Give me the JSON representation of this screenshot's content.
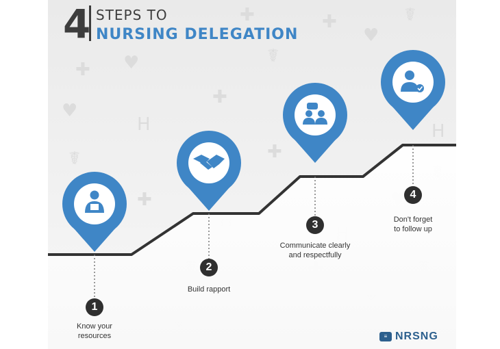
{
  "title": {
    "number": "4",
    "line1": "STEPS TO",
    "line2": "NURSING DELEGATION"
  },
  "steps": [
    {
      "number": "1",
      "label": "Know your\nresources",
      "icon": "nurse-with-clipboard-icon"
    },
    {
      "number": "2",
      "label": "Build rapport",
      "icon": "handshake-icon"
    },
    {
      "number": "3",
      "label": "Communicate clearly\nand respectfully",
      "icon": "two-people-talking-icon"
    },
    {
      "number": "4",
      "label": "Don't forget\nto follow up",
      "icon": "person-with-check-icon"
    }
  ],
  "logo": {
    "text": "NRSNG",
    "badge": "≡"
  },
  "colors": {
    "accent": "#3f86c6",
    "pin": "#3f86c6",
    "dark": "#2f2f2f",
    "background": "#efefef"
  }
}
